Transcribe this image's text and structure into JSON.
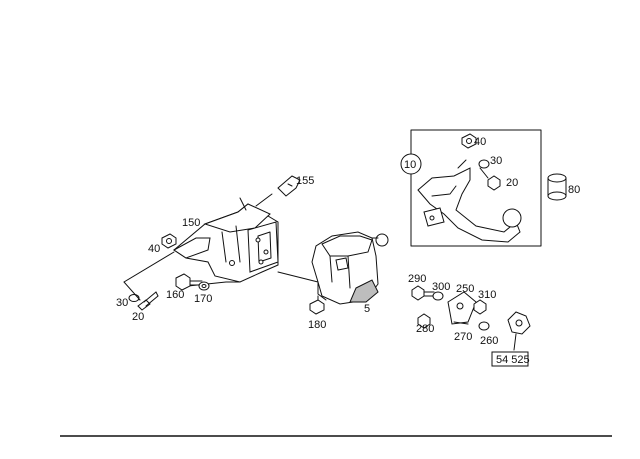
{
  "labels": {
    "p155": "155",
    "p150": "150",
    "p40a": "40",
    "p30a": "30",
    "p20a": "20",
    "p160": "160",
    "p170": "170",
    "p180": "180",
    "p5": "5",
    "p10": "10",
    "p40b": "40",
    "p30b": "30",
    "p20b": "20",
    "p80": "80",
    "p290": "290",
    "p300": "300",
    "p250": "250",
    "p310": "310",
    "p280": "280",
    "p270": "270",
    "p260": "260",
    "kit": "54 525"
  }
}
